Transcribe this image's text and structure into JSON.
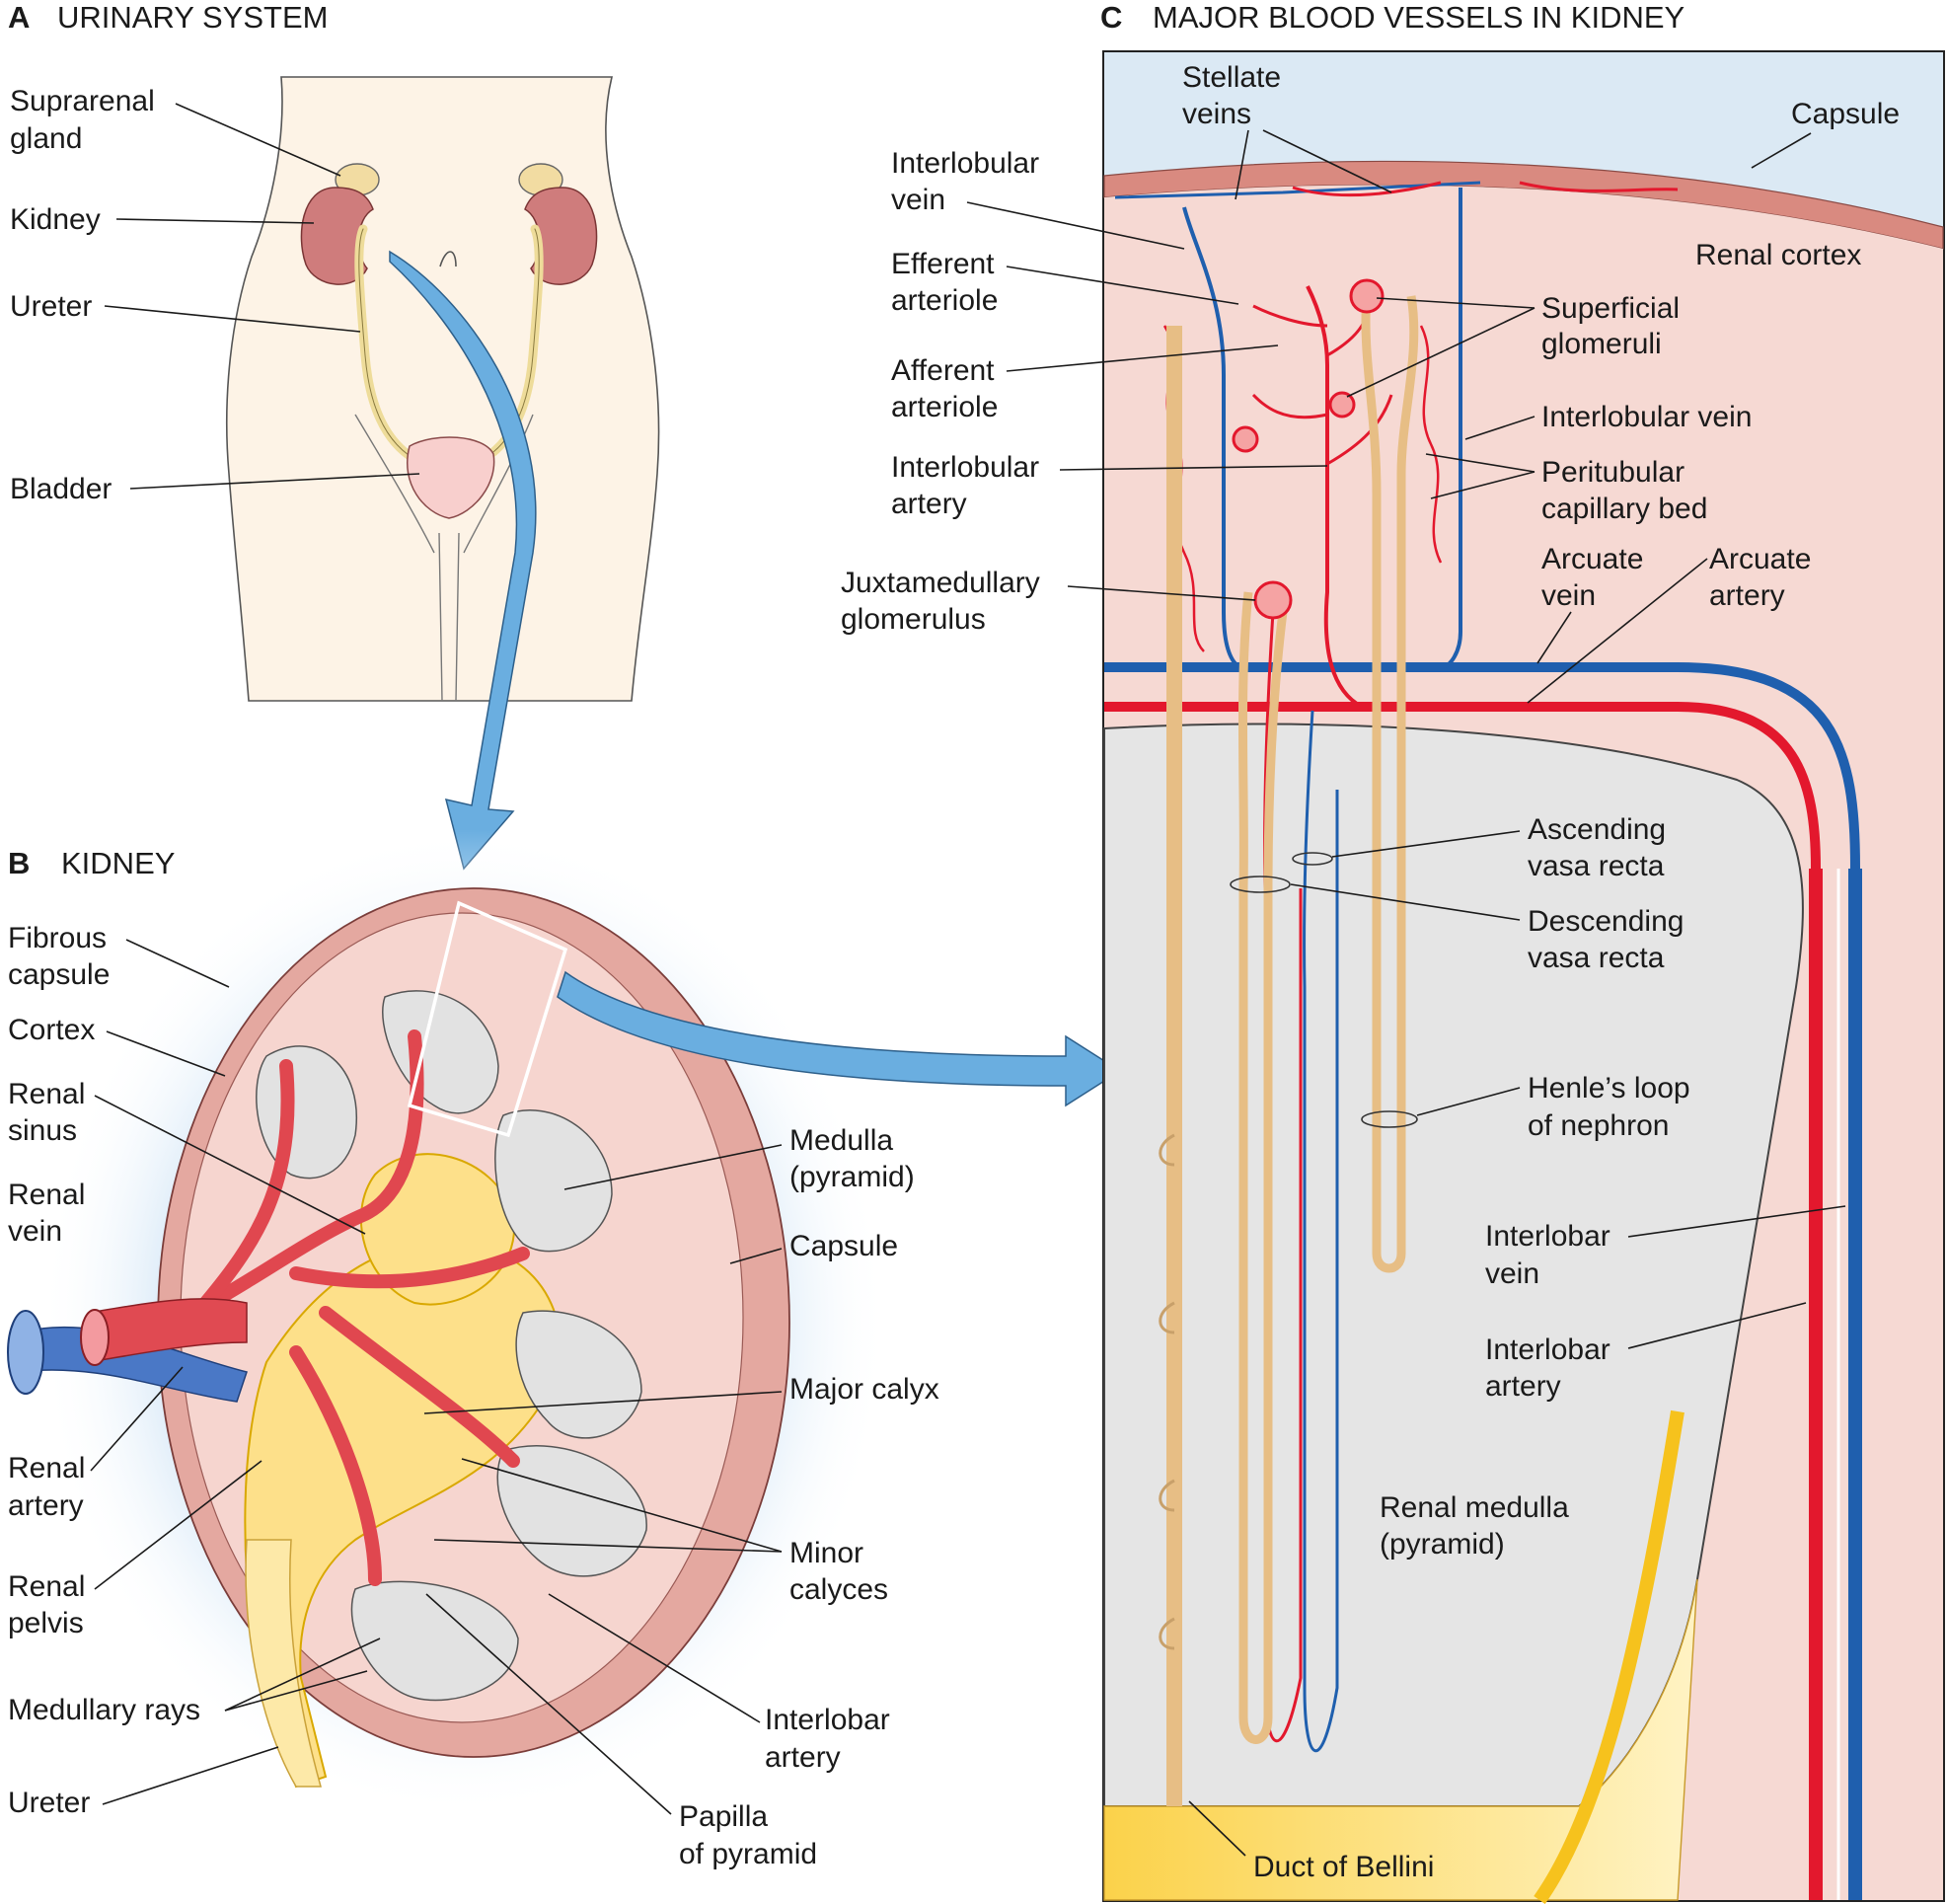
{
  "colors": {
    "artery": "#e3182d",
    "vein": "#1f5fae",
    "nephron": "#e7be85",
    "cortex": "#f7d9d3",
    "medulla": "#e5e5e5",
    "calyx": "#fde08a",
    "flow_arrow": "#6aaee0",
    "capsule_bg": "#dbe9f4"
  },
  "panel_a": {
    "letter": "A",
    "title": "URINARY SYSTEM",
    "labels": {
      "suprarenal_1": "Suprarenal",
      "suprarenal_2": "gland",
      "kidney": "Kidney",
      "ureter": "Ureter",
      "bladder": "Bladder"
    }
  },
  "panel_b": {
    "letter": "B",
    "title": "KIDNEY",
    "labels": {
      "fibrous_capsule_1": "Fibrous",
      "fibrous_capsule_2": "capsule",
      "cortex": "Cortex",
      "renal_sinus_1": "Renal",
      "renal_sinus_2": "sinus",
      "renal_vein_1": "Renal",
      "renal_vein_2": "vein",
      "renal_artery_1": "Renal",
      "renal_artery_2": "artery",
      "renal_pelvis_1": "Renal",
      "renal_pelvis_2": "pelvis",
      "medullary_rays": "Medullary rays",
      "ureter": "Ureter",
      "medulla_1": "Medulla",
      "medulla_2": "(pyramid)",
      "capsule": "Capsule",
      "major_calyx": "Major calyx",
      "minor_calyces_1": "Minor",
      "minor_calyces_2": "calyces",
      "interlobar_artery_1": "Interlobar",
      "interlobar_artery_2": "artery",
      "papilla_1": "Papilla",
      "papilla_2": "of pyramid"
    }
  },
  "panel_c": {
    "letter": "C",
    "title": "MAJOR BLOOD VESSELS IN KIDNEY",
    "labels": {
      "stellate_1": "Stellate",
      "stellate_2": "veins",
      "capsule": "Capsule",
      "interlobular_vein_l1": "Interlobular",
      "interlobular_vein_l2": "vein",
      "renal_cortex": "Renal cortex",
      "efferent_1": "Efferent",
      "efferent_2": "arteriole",
      "superficial_1": "Superficial",
      "superficial_2": "glomeruli",
      "afferent_1": "Afferent",
      "afferent_2": "arteriole",
      "interlobular_vein_r": "Interlobular vein",
      "interlobular_artery_1": "Interlobular",
      "interlobular_artery_2": "artery",
      "peritubular_1": "Peritubular",
      "peritubular_2": "capillary bed",
      "juxta_1": "Juxtamedullary",
      "juxta_2": "glomerulus",
      "arcuate_vein_1": "Arcuate",
      "arcuate_vein_2": "vein",
      "arcuate_artery_1": "Arcuate",
      "arcuate_artery_2": "artery",
      "ascending_1": "Ascending",
      "ascending_2": "vasa recta",
      "descending_1": "Descending",
      "descending_2": "vasa recta",
      "henle_1": "Henle’s loop",
      "henle_2": "of nephron",
      "interlobar_vein_1": "Interlobar",
      "interlobar_vein_2": "vein",
      "interlobar_artery_1": "Interlobar",
      "interlobar_artery_2": "artery",
      "renal_medulla_1": "Renal medulla",
      "renal_medulla_2": "(pyramid)",
      "duct_bellini": "Duct of Bellini"
    }
  }
}
